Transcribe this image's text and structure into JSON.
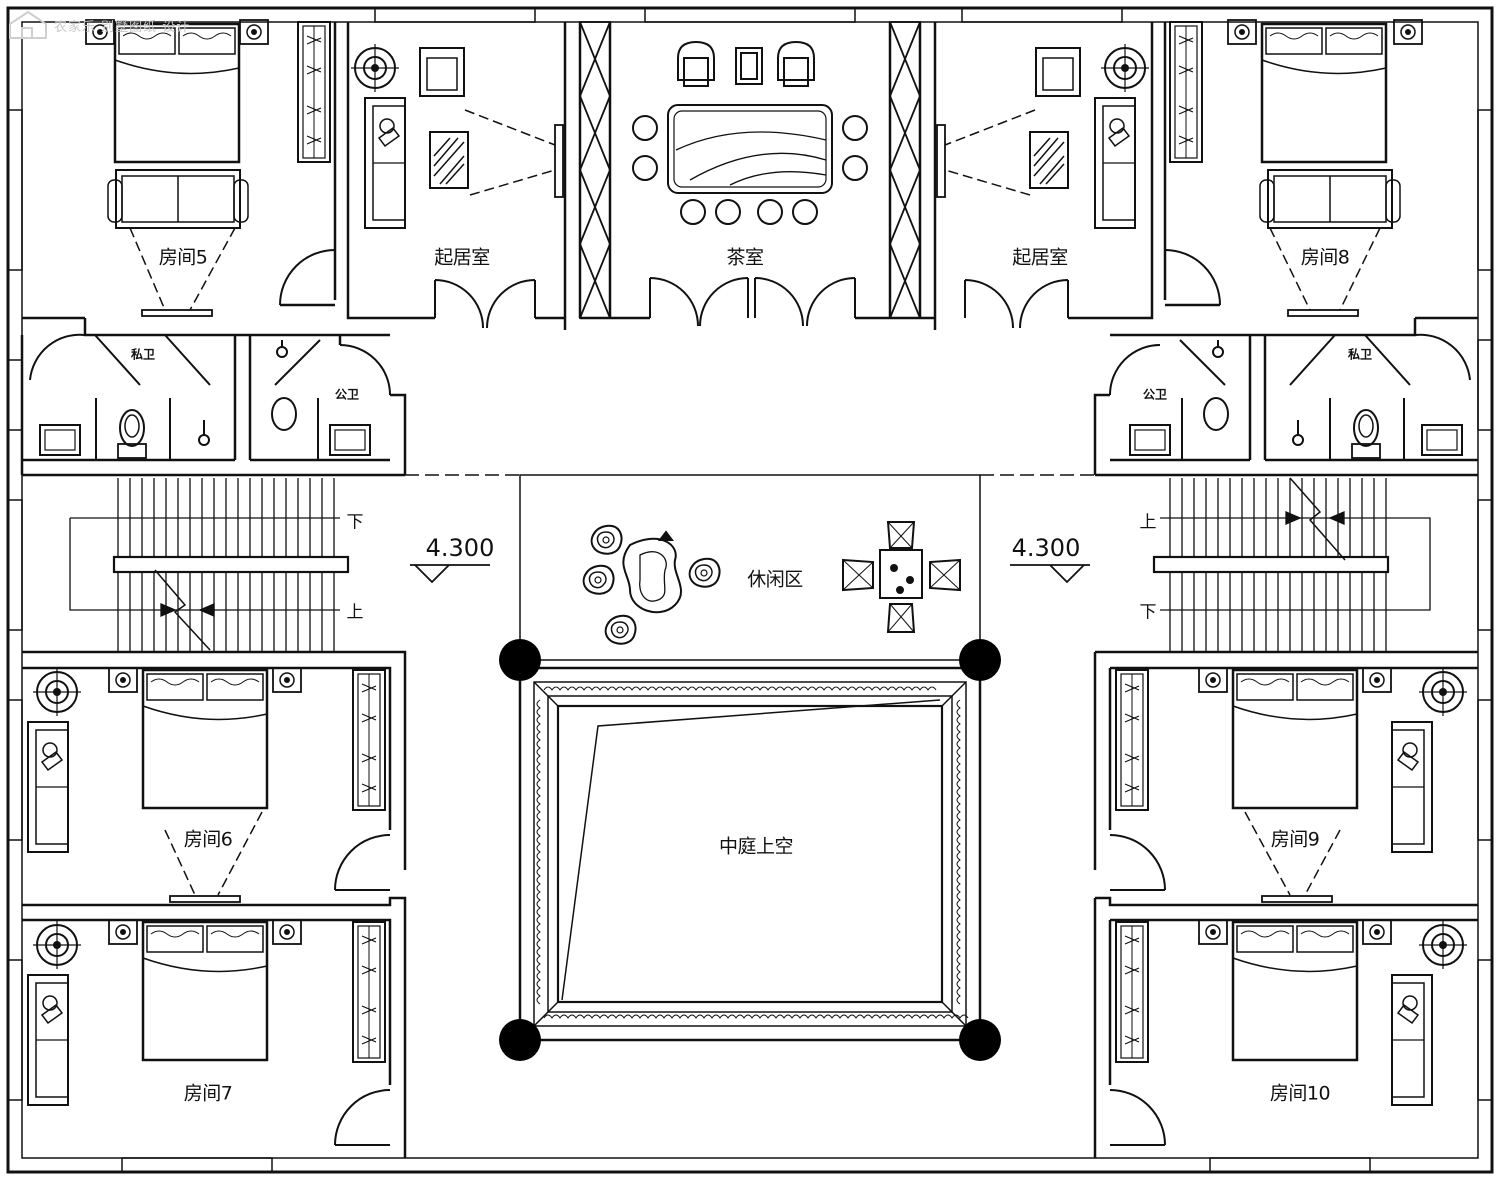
{
  "watermark": {
    "text": "农家乐 别墅图纸 设计",
    "icon": "house-logo-icon"
  },
  "rooms": {
    "room5": "房间5",
    "living_left": "起居室",
    "tea_room": "茶室",
    "living_right": "起居室",
    "room8": "房间8",
    "bath_private_left": "私卫",
    "bath_public_left": "公卫",
    "bath_public_right": "公卫",
    "bath_private_right": "私卫",
    "lounge": "休闲区",
    "atrium": "中庭上空",
    "room6": "房间6",
    "room7": "房间7",
    "room9": "房间9",
    "room10": "房间10"
  },
  "levels": {
    "left": "4.300",
    "right": "4.300"
  },
  "stairs": {
    "left_down": "下",
    "left_up": "上",
    "right_up": "上",
    "right_down": "下"
  },
  "colors": {
    "line": "#111111",
    "background": "#ffffff",
    "column": "#000000"
  }
}
